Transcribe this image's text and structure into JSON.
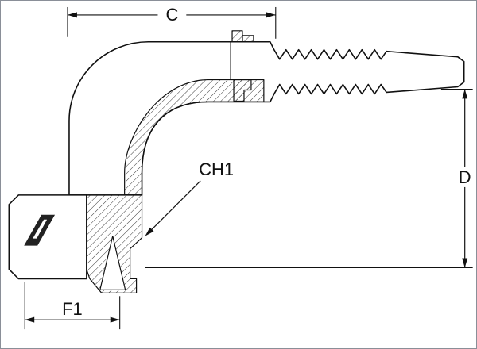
{
  "labels": {
    "c": "C",
    "d": "D",
    "ch1": "CH1",
    "f1": "F1"
  },
  "colors": {
    "background": "#ffffff",
    "line": "#111111",
    "hatch": "#222222",
    "frame_border": "#8a8f98"
  },
  "icons": {
    "logo": "stylized-a-logo-mark"
  }
}
